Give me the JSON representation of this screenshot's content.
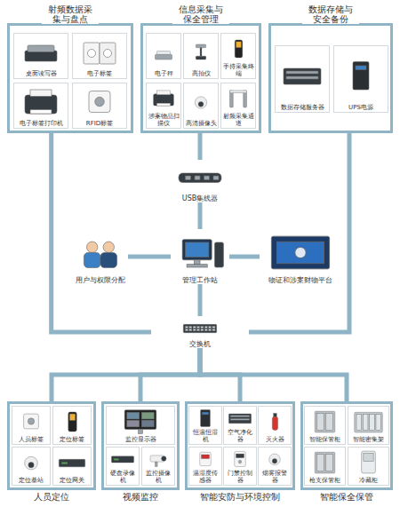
{
  "diagram": {
    "nodes": [
      {
        "text": [
          "射频数据采集与盘点"
        ]
      },
      {
        "text": [
          "桌面读写器"
        ],
        "in": 0
      },
      {
        "text": [
          "电子标签"
        ],
        "in": 0
      },
      {
        "text": [
          "电子标签打印机"
        ],
        "in": 0
      },
      {
        "text": [
          "RFID标签"
        ],
        "in": 0
      },
      {
        "text": [
          "信息采集与保全管理"
        ]
      },
      {
        "text": [
          "电子秤"
        ],
        "in": 5
      },
      {
        "text": [
          "高拍仪"
        ],
        "in": 5
      },
      {
        "text": [
          "手持采集终端"
        ],
        "in": 5
      },
      {
        "text": [
          "涉案物品扫描仪"
        ],
        "in": 5
      },
      {
        "text": [
          "高清摄像头"
        ],
        "in": 5
      },
      {
        "text": [
          "射频采集通道"
        ],
        "in": 5
      },
      {
        "text": [
          "数据存储与安全备份"
        ]
      },
      {
        "text": [
          "数据存储服务器"
        ],
        "in": 12
      },
      {
        "text": [
          "UPS电源"
        ],
        "in": 12
      },
      {
        "text": [
          "USB集线器"
        ]
      },
      {
        "text": [
          "用户与权限分配"
        ]
      },
      {
        "text": [
          "管理工作站"
        ]
      },
      {
        "text": [
          "物证和涉案财物平台"
        ]
      },
      {
        "text": [
          "交换机"
        ]
      },
      {
        "text": [
          "人员定位"
        ]
      },
      {
        "text": [
          "人员标签"
        ],
        "in": 20
      },
      {
        "text": [
          "定位标签"
        ],
        "in": 20
      },
      {
        "text": [
          "定位基站"
        ],
        "in": 20
      },
      {
        "text": [
          "定位网关"
        ],
        "in": 20
      },
      {
        "text": [
          "视频监控"
        ]
      },
      {
        "text": [
          "监控显示器"
        ],
        "in": 25
      },
      {
        "text": [
          "硬盘录像机"
        ],
        "in": 25
      },
      {
        "text": [
          "监控摄像机"
        ],
        "in": 25
      },
      {
        "text": [
          "智能安防与环境控制"
        ]
      },
      {
        "text": [
          "恒温恒湿机"
        ],
        "in": 29
      },
      {
        "text": [
          "空气净化器"
        ],
        "in": 29
      },
      {
        "text": [
          "灭火器"
        ],
        "in": 29
      },
      {
        "text": [
          "温湿度传感器"
        ],
        "in": 29
      },
      {
        "text": [
          "门禁控制器"
        ],
        "in": 29
      },
      {
        "text": [
          "烟雾报警器"
        ],
        "in": 29
      },
      {
        "text": [
          "智能保全保管"
        ]
      },
      {
        "text": [
          "智能保管柜"
        ],
        "in": 36
      },
      {
        "text": [
          "智能密集架"
        ],
        "in": 36
      },
      {
        "text": [
          "枪支保管柜"
        ],
        "in": 36
      },
      {
        "text": [
          "冷藏柜"
        ],
        "in": 36
      }
    ],
    "edges": [
      {
        "from": 0,
        "to": 19,
        "arrow": "none"
      },
      {
        "from": 5,
        "to": 15,
        "arrow": "none"
      },
      {
        "from": 12,
        "to": 19,
        "arrow": "none"
      },
      {
        "from": 15,
        "to": 17,
        "arrow": "none"
      },
      {
        "from": 16,
        "to": 17,
        "arrow": "none"
      },
      {
        "from": 17,
        "to": 18,
        "arrow": "none"
      },
      {
        "from": 17,
        "to": 19,
        "arrow": "none"
      },
      {
        "from": 19,
        "to": 20,
        "arrow": "none"
      },
      {
        "from": 19,
        "to": 25,
        "arrow": "none"
      },
      {
        "from": 19,
        "to": 29,
        "arrow": "none"
      },
      {
        "from": 19,
        "to": 36,
        "arrow": "none"
      }
    ]
  }
}
